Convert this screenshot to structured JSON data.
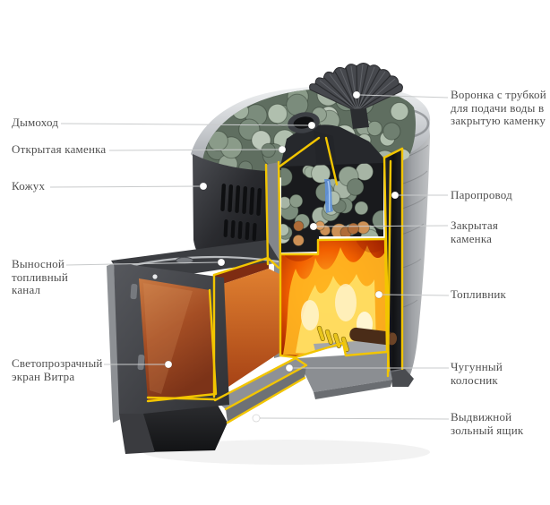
{
  "figure": {
    "type": "cutaway-diagram",
    "subject": "Дровяная банная печь (разрез)"
  },
  "labels": {
    "left": [
      {
        "id": "chimney",
        "text": "Дымоход"
      },
      {
        "id": "open-stone-chamber",
        "text": "Открытая каменка"
      },
      {
        "id": "casing",
        "text": "Кожух"
      },
      {
        "id": "fuel-channel",
        "text": "Выносной топливный канал"
      },
      {
        "id": "vitra-screen",
        "text": "Светопрозрачный экран Витра"
      }
    ],
    "right": [
      {
        "id": "funnel",
        "text": "Воронка с трубкой для подачи воды в закрытую каменку"
      },
      {
        "id": "steam-pipe",
        "text": "Паропровод"
      },
      {
        "id": "closed-stone-chamber",
        "text": "Закрытая каменка"
      },
      {
        "id": "firebox",
        "text": "Топливник"
      },
      {
        "id": "grate",
        "text": "Чугунный колосник"
      },
      {
        "id": "ash-box",
        "text": "Выдвижной зольный ящик"
      }
    ]
  },
  "colors": {
    "cut_edge_yellow": "#f2c500",
    "flame_orange": "#ff8c00",
    "stone_green_gray": "#93a392",
    "glass_glow": "#a54e24",
    "label_text": "#4f4f4f",
    "leader_line": "#c9cbcc"
  }
}
